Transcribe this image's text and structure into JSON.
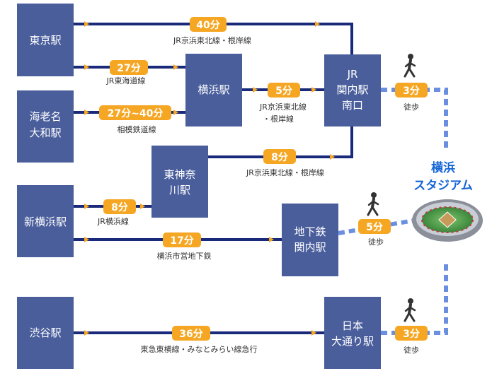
{
  "stations": {
    "tokyo": "東京駅",
    "ebina_yamato": [
      "海老名",
      "大和駅"
    ],
    "shin_yokohama": "新横浜駅",
    "shibuya": "渋谷駅",
    "yokohama": "横浜駅",
    "higashi_kanagawa": [
      "東神奈",
      "川駅"
    ],
    "jr_kannai": [
      "JR",
      "関内駅",
      "南口"
    ],
    "subway_kannai": [
      "地下鉄",
      "関内駅"
    ],
    "nihon_odori": [
      "日本",
      "大通り駅"
    ]
  },
  "routes": {
    "tokyo_kannai": {
      "time": "40分",
      "line": "JR京浜東北線・根岸線"
    },
    "tokyo_yokohama": {
      "time": "27分",
      "line": "JR東海道線"
    },
    "ebina_yokohama": {
      "time": "27分~40分",
      "line": "相模鉄道線"
    },
    "yokohama_kannai": {
      "time": "5分",
      "line": [
        "JR京浜東北線",
        "・根岸線"
      ]
    },
    "higashi_kannai": {
      "time": "8分",
      "line": "JR京浜東北線・根岸線"
    },
    "shin_higashi": {
      "time": "8分",
      "line": "JR横浜線"
    },
    "shin_subway": {
      "time": "17分",
      "line": "横浜市営地下鉄"
    },
    "shibuya_nihon": {
      "time": "36分",
      "line": "東急東横線・みなとみらい線急行"
    }
  },
  "walks": {
    "from_jr_kannai": {
      "time": "3分",
      "label": "徒歩"
    },
    "from_subway_kannai": {
      "time": "5分",
      "label": "徒歩"
    },
    "from_nihon_odori": {
      "time": "3分",
      "label": "徒歩"
    }
  },
  "destination": [
    "横浜",
    "スタジアム"
  ],
  "colors": {
    "station_box": "#4a5e9c",
    "rail_line": "#1a2a7a",
    "time_badge": "#f5a623",
    "walk_path": "#6b8fe0",
    "destination_text": "#1565d8",
    "text_dark": "#333333"
  },
  "icons": [
    "walking-person-icon",
    "stadium-icon",
    "arrow-right-icon"
  ]
}
